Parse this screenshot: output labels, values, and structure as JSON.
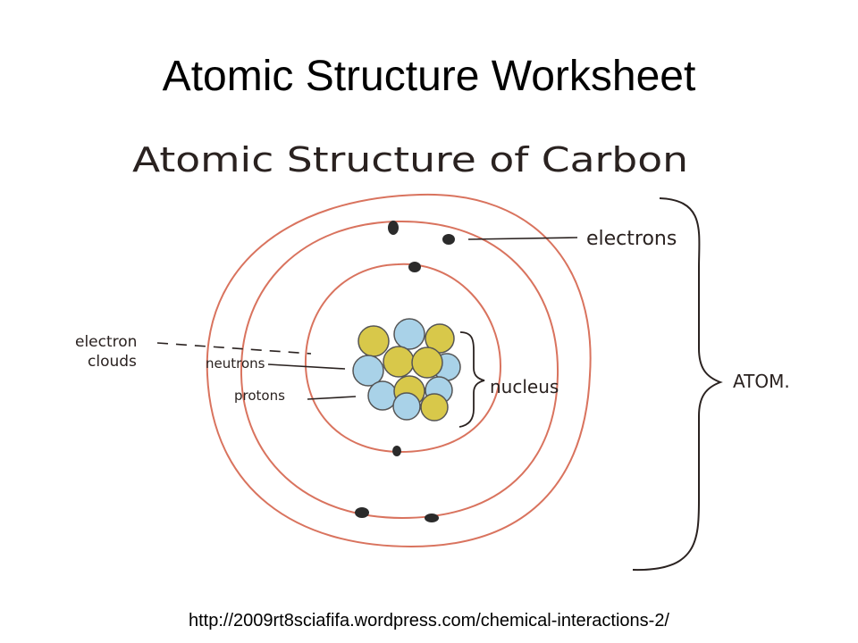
{
  "slide": {
    "title": "Atomic Structure Worksheet",
    "source_url": "http://2009rt8sciafifa.wordpress.com/chemical-interactions-2/"
  },
  "diagram": {
    "heading": "Atomic Structure of Carbon",
    "labels": {
      "electrons": "electrons",
      "electron_clouds_line1": "electron",
      "electron_clouds_line2": "clouds",
      "neutrons": "neutrons",
      "protons": "protons",
      "nucleus": "nucleus",
      "atom": "ATOM."
    },
    "colors": {
      "orbit": "#d9735e",
      "proton": "#d8c84a",
      "neutron": "#a9d2e8",
      "electron": "#2b2b2b",
      "ink": "#2a2220"
    }
  }
}
